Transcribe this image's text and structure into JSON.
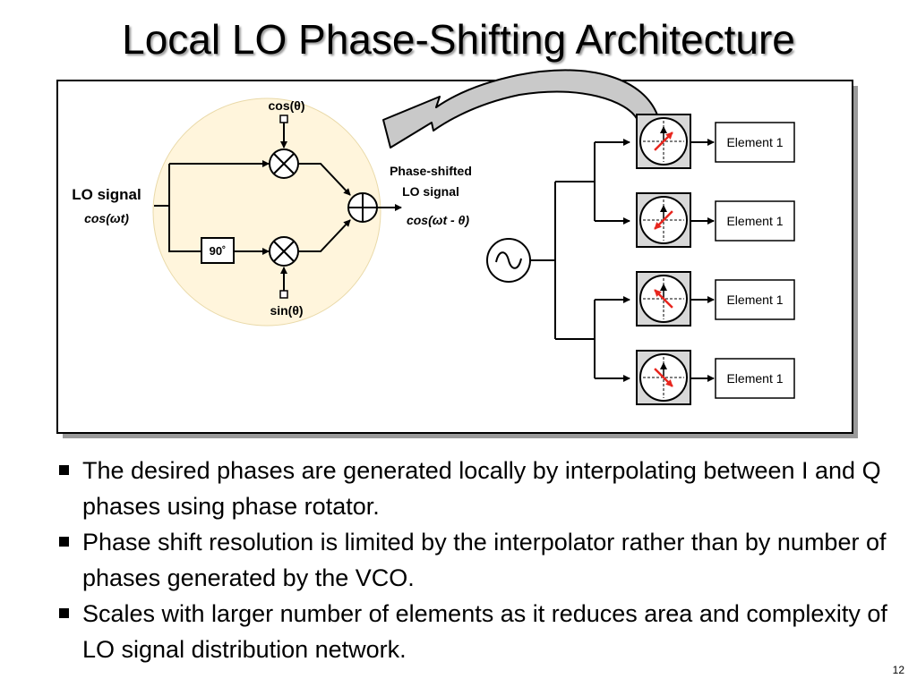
{
  "title": "Local LO Phase-Shifting Architecture",
  "diagram": {
    "cos_input": "cos(θ)",
    "sin_input": "sin(θ)",
    "lo_signal_label": "LO signal",
    "lo_signal_formula": "cos(ωt)",
    "phase_shift_block": "90˚",
    "output_label_line1": "Phase-shifted",
    "output_label_line2": "LO signal",
    "output_formula": "cos(ωt - θ)",
    "elements": [
      {
        "label": "Element 1"
      },
      {
        "label": "Element 1"
      },
      {
        "label": "Element 1"
      },
      {
        "label": "Element 1"
      }
    ],
    "colors": {
      "circle_fill": "#fff5dc",
      "rotator_arrow": "#e8261e",
      "frame_shadow": "#9a9a9a"
    }
  },
  "bullets": [
    "The desired phases are generated locally by interpolating between I and Q phases using phase rotator.",
    "Phase shift resolution is limited by the interpolator rather than by number of phases generated by the VCO.",
    "Scales with larger number of elements as it reduces area and complexity of LO signal distribution network."
  ],
  "slide_number": "12"
}
